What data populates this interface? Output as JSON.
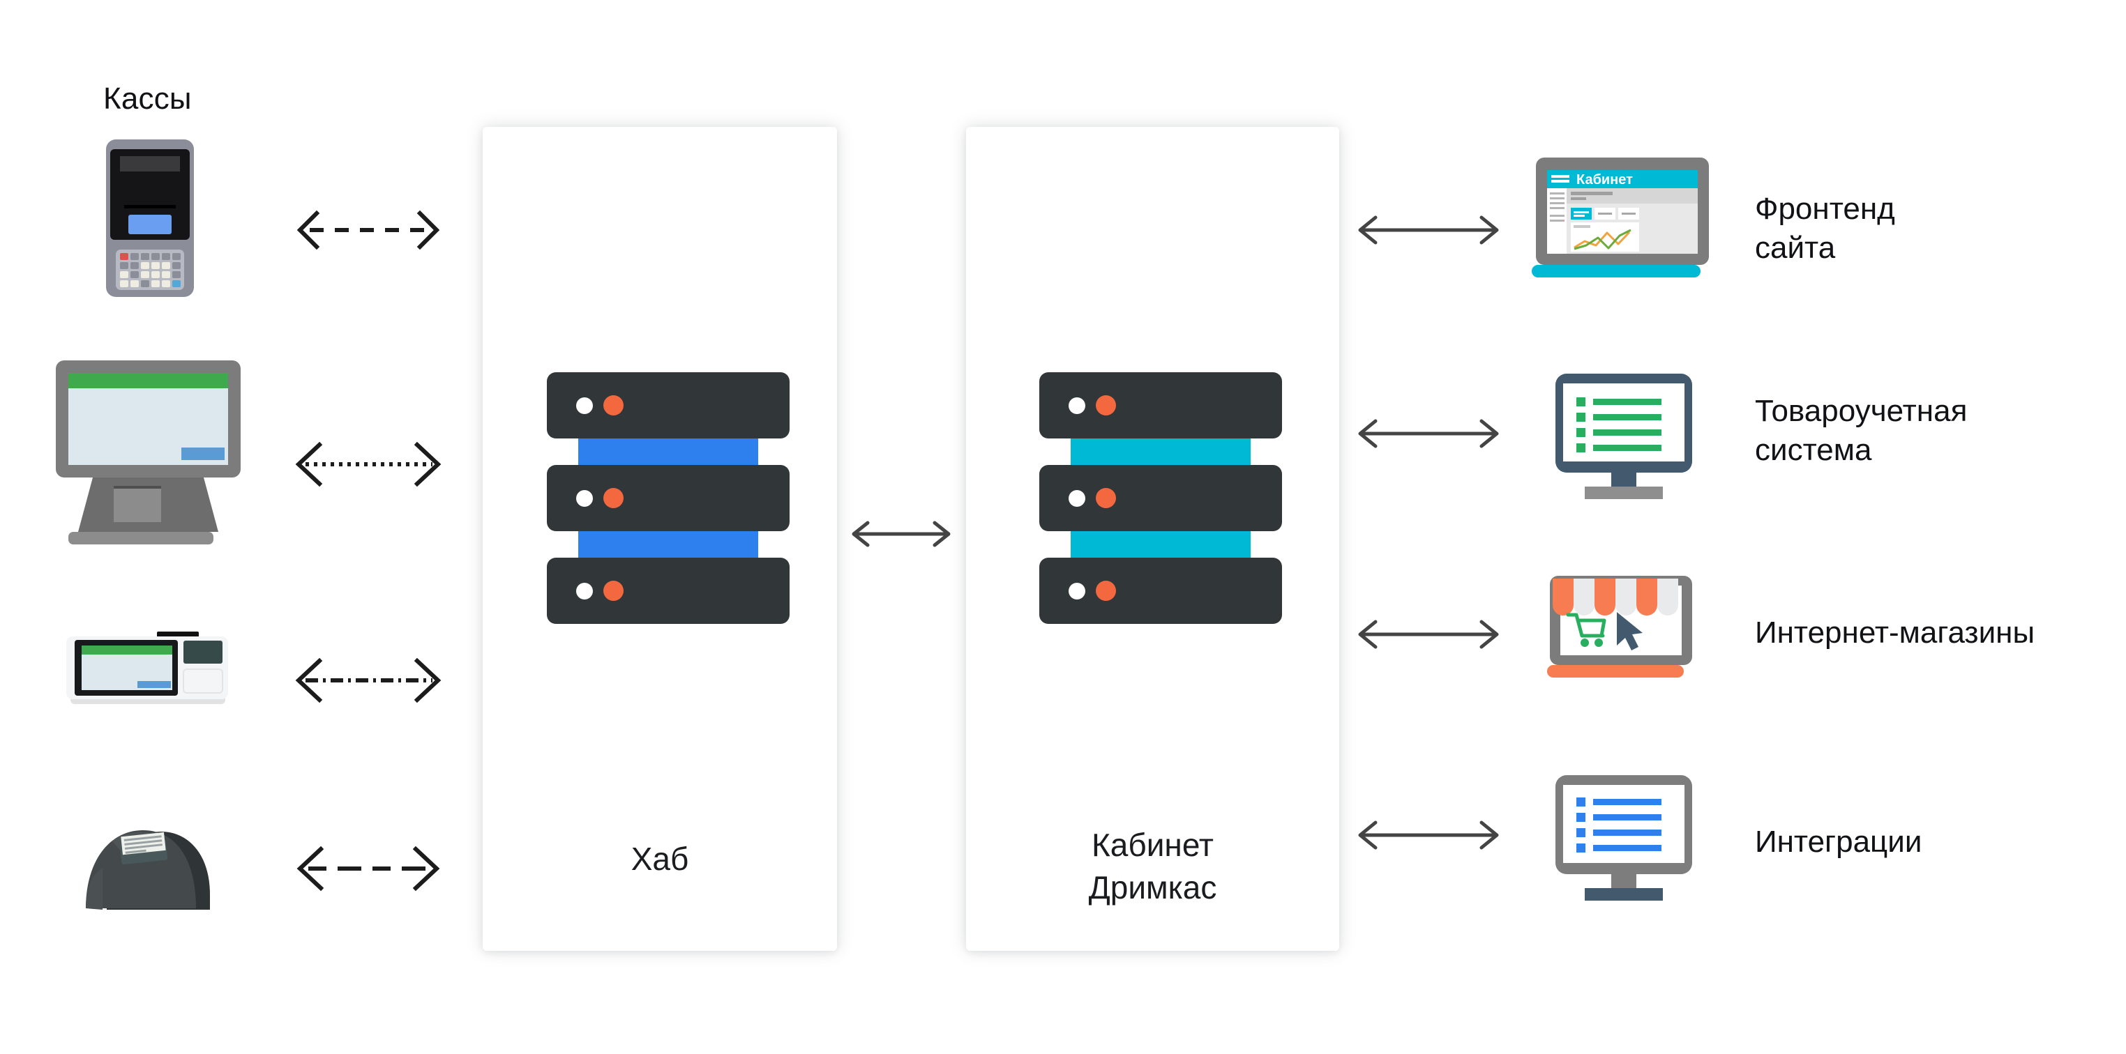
{
  "diagram": {
    "left_group_title": "Кассы",
    "hub_label": "Хаб",
    "cabinet_label": "Кабинет\nДримкас",
    "center_arrow_name": "hub-cabinet-arrow"
  },
  "colors": {
    "server_unit": "#313739",
    "hub_bar": "#2d80ee",
    "cabinet_bar": "#00b9d4",
    "dot_white": "#ffffff",
    "dot_orange": "#f4683f",
    "arrow": "#3d3d3d",
    "text": "#111215",
    "panel_bg": "#ffffff",
    "pos_green": "#3faa4d",
    "pos_blue": "#5b9bd5",
    "store_orange": "#f87c52",
    "list_green": "#27ae5f",
    "list_blue": "#2d80ee",
    "monitor_slate": "#42596e",
    "monitor_gray": "#7d7d7d",
    "cabinet_cyan": "#00b9d4"
  },
  "left_devices": [
    {
      "name": "pos-terminal-keypad",
      "icon": "pos-terminal-icon",
      "arrow_name": "arrow-pos-terminal-to-hub",
      "arrow_style": "dashed"
    },
    {
      "name": "pos-touchscreen-monitor",
      "icon": "pos-monitor-icon",
      "arrow_name": "arrow-pos-monitor-to-hub",
      "arrow_style": "dotted"
    },
    {
      "name": "pos-tablet",
      "icon": "pos-tablet-icon",
      "arrow_name": "arrow-pos-tablet-to-hub",
      "arrow_style": "dash-dot"
    },
    {
      "name": "receipt-printer",
      "icon": "receipt-printer-icon",
      "arrow_name": "arrow-printer-to-hub",
      "arrow_style": "long-dash"
    }
  ],
  "right_services": [
    {
      "label": "Фронтенд\nсайта",
      "icon": "laptop-cabinet-icon",
      "name": "service-site-frontend",
      "arrow_name": "arrow-cabinet-to-site-frontend"
    },
    {
      "label": "Товароучетная\nсистема",
      "icon": "monitor-green-list-icon",
      "name": "service-inventory-system",
      "arrow_name": "arrow-cabinet-to-inventory-system"
    },
    {
      "label": "Интернет-магазины",
      "icon": "online-store-laptop-icon",
      "name": "service-online-stores",
      "arrow_name": "arrow-cabinet-to-online-stores"
    },
    {
      "label": "Интеграции",
      "icon": "monitor-blue-list-icon",
      "name": "service-integrations",
      "arrow_name": "arrow-cabinet-to-integrations"
    }
  ],
  "laptop_screen": {
    "app_title": "Кабинет"
  }
}
